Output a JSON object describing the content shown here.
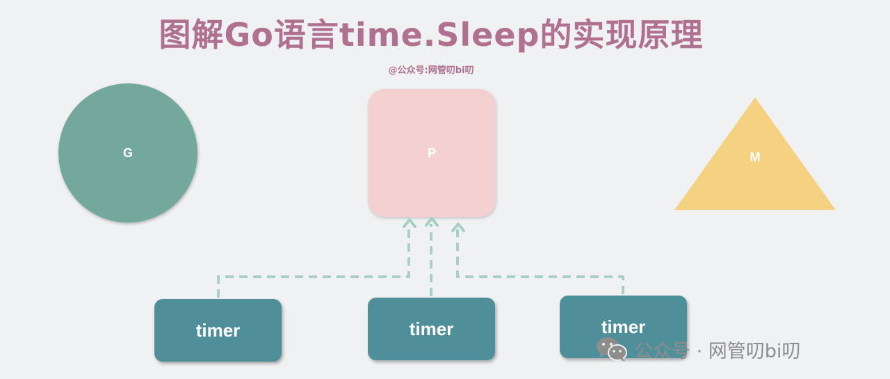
{
  "title": "图解Go语言time.Sleep的实现原理",
  "subtitle": "@公众号:网管叨bi叨",
  "nodes": {
    "g": {
      "label": "G",
      "color": "#74a89c"
    },
    "p": {
      "label": "P",
      "color": "#f2d1d0"
    },
    "m": {
      "label": "M",
      "color": "#f5d282"
    }
  },
  "timers": [
    {
      "label": "timer"
    },
    {
      "label": "timer"
    },
    {
      "label": "timer"
    }
  ],
  "connector_color": "#a8cfc3",
  "timer_color": "#4f8f9a",
  "title_color": "#b07090",
  "watermark": {
    "icon": "wechat-icon",
    "text": "公众号 · 网管叨bi叨"
  }
}
